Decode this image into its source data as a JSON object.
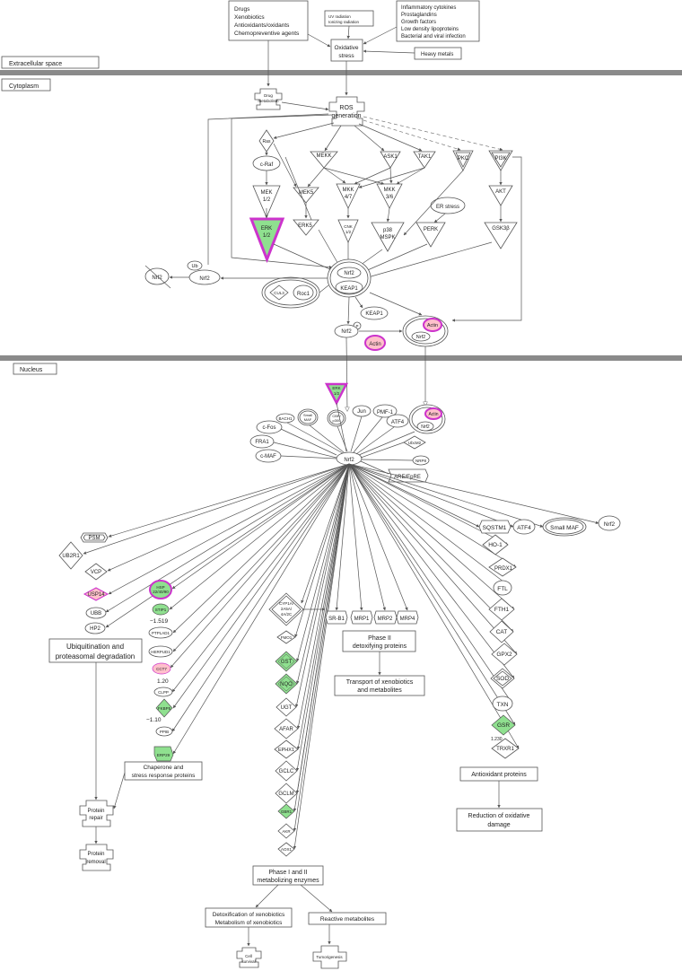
{
  "compartments": {
    "extracellular": "Extracellular space",
    "cytoplasm": "Cytoplasm",
    "nucleus": "Nucleus"
  },
  "top_boxes": {
    "drugs": [
      "Drugs",
      "Xenobiotics",
      "Antioxidants/oxidants",
      "Chemopreventive agents"
    ],
    "uv": [
      "UV radiation",
      "Ionizing radiation"
    ],
    "inflammatory": [
      "Inflammatory cytokines",
      "Prostaglandins",
      "Growth factors",
      "Low density lipoproteins",
      "Bacterial and viral infection"
    ],
    "heavy_metals": "Heavy metals"
  },
  "nodes": {
    "oxidative_stress": [
      "Oxidative",
      "stress"
    ],
    "drug_metabolism": [
      "Drug",
      "metabolism"
    ],
    "ros": [
      "ROS",
      "generation"
    ],
    "ras": "Ras",
    "craf": "c-Raf",
    "mek12": [
      "MEK",
      "1/2"
    ],
    "erk12": [
      "ERK",
      "1/2"
    ],
    "mekk": "MEKK",
    "ask1": "ASK1",
    "tak1": "TAK1",
    "pkc": "PKC",
    "pi3k": "PI3K",
    "mek5": "MEK5",
    "mkk47": [
      "MKK",
      "4/7"
    ],
    "mkk36": [
      "MKK",
      "3/6"
    ],
    "erk5": "ERK5",
    "cnk12": [
      "CNK",
      "1/2"
    ],
    "p38": [
      "p38",
      "MSPK"
    ],
    "er_stress": "ER stress",
    "perk": "PERK",
    "akt": "AKT",
    "gsk3b": "GSK3β",
    "nrf2": "Nrf2",
    "keap1": "KEAP1",
    "ub": "Ub",
    "cul3": "CUL3",
    "roc1": "Roc1",
    "p": "P",
    "actin": "Actin",
    "erk12_nuc": [
      "ERK",
      "1/2"
    ],
    "bach1": "BACH1",
    "small_maf": [
      "Small",
      "MAF"
    ],
    "cbp": [
      "CBP/",
      "p300"
    ],
    "jun": "Jun",
    "pmf1": "PMF-1",
    "atf4": "ATF4",
    "cfos": "c-Fos",
    "fra1": "FRA1",
    "cmaf": "c-MAF",
    "ubcm2": "UbcM2",
    "nrp8": "NRP8",
    "are": "ARE/EpRE",
    "small_maf_full": "Small MAF"
  },
  "targets": {
    "psm": "PSM",
    "ub2r1": "UB2R1",
    "vcp": "VCP",
    "usp14": "USP14",
    "ubb": "UBB",
    "hp2": "HP2",
    "hsp": [
      "HSP",
      "22/40/90"
    ],
    "stip1": "STIP1",
    "ptplad1": "PTPLAD1",
    "herpud1": "HERPUD1",
    "cct7": "CCT7",
    "clpp": "CLPP",
    "fkbp5": "FKBP5",
    "ppib": "PPIB",
    "erp29": "ERP29",
    "cyp": [
      "CYP1A/",
      "2A5A/",
      "4A/2C"
    ],
    "fmo1": "FMO1",
    "gst": "GST",
    "nqo": "NQO",
    "ugt": "UGT",
    "afar": "AFAR",
    "ephx1": "EPHX1",
    "gclc": "GCLC",
    "gclm": "GCLM",
    "gbr1": "GBR1",
    "akr": "AKR",
    "aox1": "AOX1",
    "srb1": "SR-B1",
    "mrp1": "MRP1",
    "mrp2": "MRP2",
    "mrp4": "MRP4",
    "sqstm1": "SQSTM1",
    "ho1": "HO-1",
    "prdx1": "PRDX1",
    "ftl": "FTL",
    "fth1": "FTH1",
    "cat": "CAT",
    "gpx2": "GPX2",
    "sod": "SOD",
    "txn": "TXN",
    "gsr": "GSR",
    "trxr1": "TRXR1"
  },
  "values": {
    "stip1_fc": "−1.519",
    "cct7_fc": "1.20",
    "fkbp5_fc": "−1.10",
    "gsr_fc": "1.230"
  },
  "groups": {
    "ubiquitination": [
      "Ubiquitination and",
      "proteasomal degradation"
    ],
    "chaperone": [
      "Chaperone and",
      "stress response proteins"
    ],
    "phase2": [
      "Phase II",
      "detoxifying proteins"
    ],
    "transport": [
      "Transport of xenobiotics",
      "and metabolites"
    ],
    "antioxidant": "Antioxidant proteins",
    "reduction": [
      "Reduction of oxidative",
      "damage"
    ],
    "phase12": [
      "Phase I and II",
      "metabolizing enzymes"
    ],
    "detox": [
      "Detoxification of xenobiotics",
      "Metabolism of xenobiotics"
    ],
    "reactive": "Reactive metabolites",
    "protein_repair": [
      "Protein",
      "repair"
    ],
    "protein_removal": [
      "Protein",
      "removal"
    ],
    "cell_survival": [
      "Cell",
      "survival"
    ],
    "tumorigenesis": "Tumorigenesis"
  },
  "colors": {
    "upregulated": "#ffc0cb",
    "downregulated": "#8fe08f",
    "highlight": "#cc33cc",
    "membrane": "#8a8a8a"
  }
}
